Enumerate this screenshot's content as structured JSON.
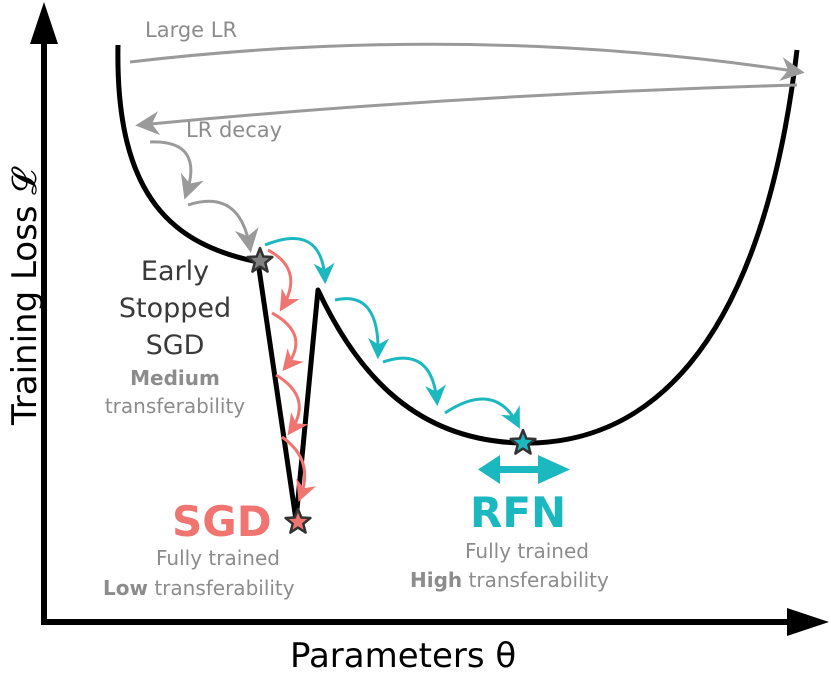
{
  "axes": {
    "y_label": "Training Loss 𝓛",
    "x_label": "Parameters θ"
  },
  "annotations": {
    "large_lr": "Large LR",
    "lr_decay": "LR decay"
  },
  "early_stopped": {
    "line1": "Early",
    "line2": "Stopped",
    "line3": "SGD",
    "level": "Medium",
    "suffix": "transferability"
  },
  "sgd": {
    "name": "SGD",
    "status": "Fully trained",
    "level": "Low",
    "suffix": " transferability"
  },
  "rfn": {
    "name": "RFN",
    "status": "Fully trained",
    "level": "High",
    "suffix": " transferability"
  },
  "colors": {
    "curve": "#000000",
    "gray_arrow": "#9a9a9a",
    "sgd": "#f07470",
    "rfn": "#1cb8c0",
    "star_gray": "#808080"
  }
}
